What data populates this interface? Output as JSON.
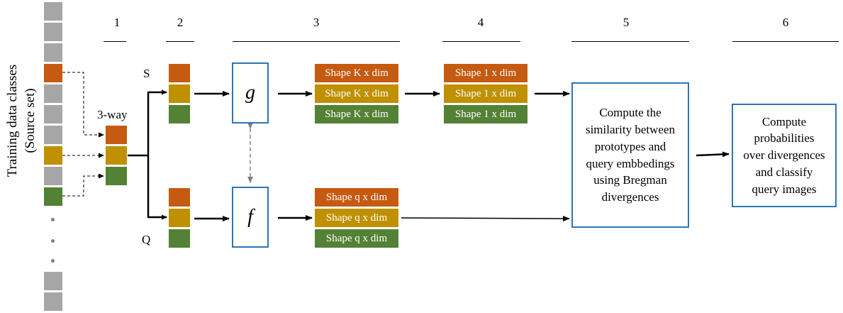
{
  "steps": [
    "1",
    "2",
    "3",
    "4",
    "5",
    "6"
  ],
  "source_label_line1": "Training data classes",
  "source_label_line2": "(Source set)",
  "way_label": "3-way",
  "support_letter": "S",
  "query_letter": "Q",
  "embedding_g": "g",
  "embedding_f": "f",
  "support_shapes": [
    "Shape K x dim",
    "Shape K x dim",
    "Shape K x dim"
  ],
  "prototype_shapes": [
    "Shape 1 x dim",
    "Shape 1 x dim",
    "Shape 1 x dim"
  ],
  "query_shapes": [
    "Shape q x dim",
    "Shape q x dim",
    "Shape q x dim"
  ],
  "similarity_text": "Compute the\nsimilarity between\nprototypes and\nquery embbedings\nusing Bregman\ndivergences",
  "classify_text": "Compute\nprobabilities\nover divergences\nand classify\nquery images",
  "colors": {
    "class_1": "#c55a11",
    "class_2": "#bf9000",
    "class_3": "#538135",
    "unselected": "#a6a6a6",
    "box_border": "#2e75b6"
  }
}
